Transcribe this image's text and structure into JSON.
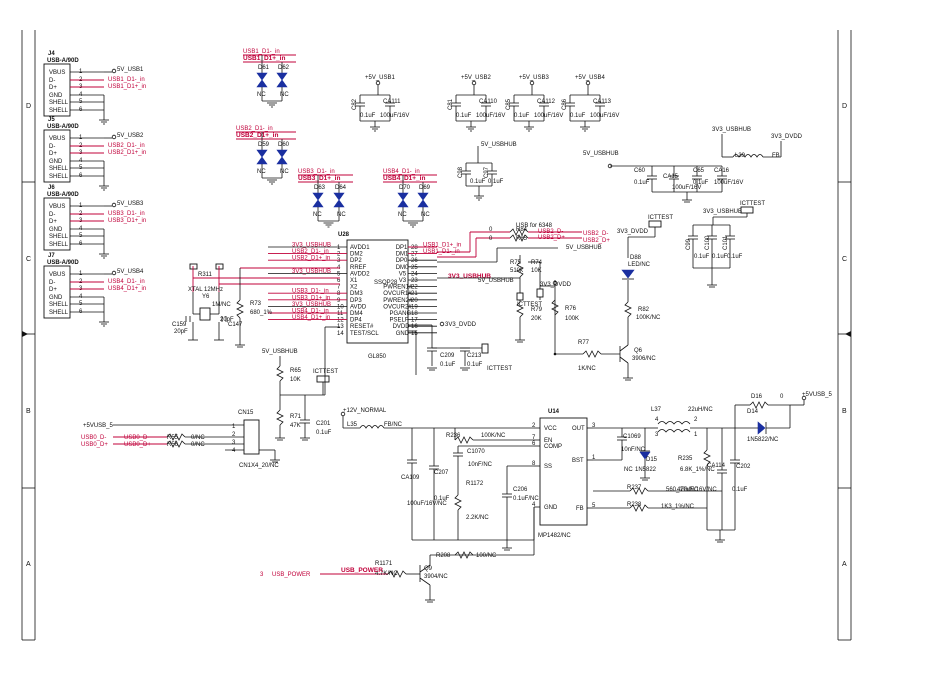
{
  "zones": {
    "left": [
      "D",
      "C",
      "B",
      "A"
    ],
    "right": [
      "D",
      "C",
      "B",
      "A"
    ]
  },
  "connectors": [
    {
      "ref": "J4",
      "part": "USB-A/90D",
      "pins": [
        "VBUS",
        "D-",
        "D+",
        "GND",
        "SHELL",
        "SHELL"
      ],
      "nums": [
        "1",
        "2",
        "3",
        "4",
        "5",
        "6"
      ],
      "power": "5V_USB1",
      "net_dm": "USB1_D1-_in",
      "net_dp": "USB1_D1+_in"
    },
    {
      "ref": "J5",
      "part": "USB-A/90D",
      "pins": [
        "VBUS",
        "D-",
        "D+",
        "GND",
        "SHELL",
        "SHELL"
      ],
      "nums": [
        "1",
        "2",
        "3",
        "4",
        "5",
        "6"
      ],
      "power": "5V_USB2",
      "net_dm": "USB2_D1-_in",
      "net_dp": "USB2_D1+_in"
    },
    {
      "ref": "J6",
      "part": "USB-A/90D",
      "pins": [
        "VBUS",
        "D-",
        "D+",
        "GND",
        "SHELL",
        "SHELL"
      ],
      "nums": [
        "1",
        "2",
        "3",
        "4",
        "5",
        "6"
      ],
      "power": "5V_USB3",
      "net_dm": "USB3_D1-_in",
      "net_dp": "USB3_D1+_in"
    },
    {
      "ref": "J7",
      "part": "USB-A/90D",
      "pins": [
        "VBUS",
        "D-",
        "D+",
        "GND",
        "SHELL",
        "SHELL"
      ],
      "nums": [
        "1",
        "2",
        "3",
        "4",
        "5",
        "6"
      ],
      "power": "5V_USB4",
      "net_dm": "USB4_D1-_in",
      "net_dp": "USB4_D1+_in"
    }
  ],
  "esd": [
    {
      "nets": [
        "USB1_D1-_in",
        "USB1_D1+_in"
      ],
      "refs": [
        "D61",
        "D62"
      ],
      "nc": [
        "NC",
        "NC"
      ]
    },
    {
      "nets": [
        "USB2_D1-_in",
        "USB2_D1+_in"
      ],
      "refs": [
        "D59",
        "D60"
      ],
      "nc": [
        "NC",
        "NC"
      ]
    },
    {
      "nets": [
        "USB3_D1-_in",
        "USB3_D1+_in"
      ],
      "refs": [
        "D63",
        "D64"
      ],
      "nc": [
        "NC",
        "NC"
      ]
    },
    {
      "nets": [
        "USB4_D1-_in",
        "USB4_D1+_in"
      ],
      "refs": [
        "D70",
        "D69"
      ],
      "nc": [
        "NC",
        "NC"
      ]
    }
  ],
  "vbus_caps": [
    {
      "net": "+5V_USB1",
      "c1": "C82",
      "c1v": "0.1uF",
      "c2": "CA111",
      "c2v": "100uF/16V"
    },
    {
      "net": "+5V_USB2",
      "c1": "C81",
      "c1v": "0.1uF",
      "c2": "CA110",
      "c2v": "100uF/16V"
    },
    {
      "net": "+5V_USB3",
      "c1": "C85",
      "c1v": "0.1uF",
      "c2": "CA112",
      "c2v": "100uF/16V"
    },
    {
      "net": "+5V_USB4",
      "c1": "C86",
      "c1v": "0.1uF",
      "c2": "CA113",
      "c2v": "100uF/16V"
    }
  ],
  "hub_caps": {
    "net": "5V_USBHUB",
    "c1": "C98",
    "c1v": "0.1uF",
    "c2": "C97",
    "c2v": "0.1uF"
  },
  "hub": {
    "ref": "U28",
    "part": "GL850",
    "left": [
      "AVDD1",
      "DM2",
      "DP2",
      "RREF",
      "AVDD2",
      "X1",
      "X2",
      "DM3",
      "DP3",
      "AVDD",
      "DM4",
      "DP4",
      "RESET#",
      "TEST/SCL"
    ],
    "left_nums": [
      "1",
      "2",
      "3",
      "4",
      "5",
      "6",
      "7",
      "8",
      "9",
      "10",
      "11",
      "12",
      "13",
      "14"
    ],
    "right": [
      "DP1",
      "DM1",
      "DP0",
      "DM0",
      "V5",
      "V3",
      "PWREN1#",
      "OVCUR1#",
      "PWREN2#",
      "OVCUR2#",
      "PGANG",
      "PSELF",
      "DVDD",
      "GND"
    ],
    "right_nums": [
      "28",
      "27",
      "26",
      "25",
      "24",
      "23",
      "22",
      "21",
      "20",
      "19",
      "18",
      "17",
      "16",
      "15"
    ],
    "left_nets": [
      "3V3_USBHUB",
      "USB2_D1-_in",
      "USB2_D1+_in",
      "",
      "3V3_USBHUB",
      "",
      "",
      "USB3_D1-_in",
      "USB3_D1+_in",
      "3V3_USBHUB",
      "USB4_D1-_in",
      "USB4_D1+_in",
      "",
      ""
    ],
    "right_nets": [
      "USB1_D1+_in",
      "USB1_D1-_in",
      "",
      "",
      "",
      "3V3_USBHUB",
      "",
      "",
      "",
      "",
      "",
      "",
      "3V3_DVDD",
      ""
    ],
    "ssop": "SSOP28"
  },
  "crystal": {
    "ref": "Y6",
    "freq": "XTAL 12MHz",
    "r": "R311",
    "rv": "1M/NC",
    "c1": "C159",
    "c1v": "20pF",
    "c2": "C147",
    "c2v": "20pF"
  },
  "r73": {
    "ref": "R73",
    "val": "680_1%"
  },
  "upstream": {
    "r1": "R84",
    "r1v": "0",
    "r2": "R85",
    "r2v": "0",
    "note": "USB for 6348",
    "n1": "USB2_D-",
    "n2": "USB2_D+",
    "hub5v": "5V_USBHUB"
  },
  "vsense": {
    "r75": "R75",
    "r75v": "510k",
    "r74": "R74",
    "r74v": "10K",
    "r79": "R79",
    "r79v": "20K",
    "r76": "R76",
    "r76v": "100K",
    "dvdd": "3V3_DVDD",
    "tp": "ICTTEST"
  },
  "dvdd_caps": {
    "c1": "C209",
    "c1v": "0.1uF",
    "c2": "C213",
    "c2v": "0.1uF",
    "tp": "ICTTEST",
    "net": "3V3_DVDD"
  },
  "led": {
    "tp": "ICTTEST",
    "net": "3V3_DVDD",
    "d": "D88",
    "dv": "LED/NC",
    "r": "R82",
    "rv": "100K/NC",
    "q": "Q6",
    "qv": "3906/NC",
    "rb": "R77",
    "rbv": "1K/NC"
  },
  "ldo": {
    "in": "5V_USBHUB",
    "l": "L39",
    "lv": "FB",
    "net1": "3V3_USBHUB",
    "net2": "3V3_DVDD",
    "c1": "C60",
    "c1v": "0.1uF",
    "c2": "CA15",
    "c2v": "100uF/16V",
    "c3": "C65",
    "c3v": "0.1uF",
    "c4": "CA16",
    "c4v": "100uF/16V",
    "tp": "ICTTEST",
    "net3": "3V3_USBHUB",
    "c5": "C99",
    "c5v": "0.1uF",
    "c6": "C100",
    "c6v": "0.1uF",
    "c7": "C101",
    "c7v": "0.1uF"
  },
  "cn15": {
    "ref": "CN15",
    "part": "CN1X4_20/NC",
    "pins": [
      "1",
      "2",
      "3",
      "4"
    ],
    "power": "+5VUSB_5",
    "nets": [
      "USB0_D-",
      "USB0_D+"
    ],
    "r1": "R55",
    "r1v": "0/NC",
    "r2": "R56",
    "r2v": "0/NC",
    "hub": "5V_USBHUB",
    "r65": "R65",
    "r65v": "10K",
    "r71": "R71",
    "r71v": "47K",
    "c": "C201",
    "cv": "0.1uF",
    "tp": "ICTTEST"
  },
  "buck": {
    "ref": "U14",
    "part": "MP1482/NC",
    "in": "+12V_NORMAL",
    "l35": "L35",
    "l35v": "FB/NC",
    "left": [
      "VCC",
      "EN",
      "COMP",
      "SS",
      "GND"
    ],
    "left_nums": [
      "2",
      "7",
      "6",
      "8",
      "4"
    ],
    "right": [
      "OUT",
      "BST",
      "FB"
    ],
    "right_nums": [
      "3",
      "1",
      "5"
    ],
    "r236": "R236",
    "r236v": "100K/NC",
    "c1070": "C1070",
    "c1070v": "10nF/NC",
    "r1172": "R1172",
    "r1172v": "2.2K/NC",
    "ca109": "CA109",
    "ca109v": "100uF/16V/NC",
    "c207": "C207",
    "c207v": "0.1uF",
    "c206": "C206",
    "c206v": "0.1uF/NC",
    "c1069": "C1069",
    "c1069v": "10nF/NC",
    "d15": "D15",
    "d15v": "1N5822",
    "nc": "NC",
    "l37": "L37",
    "l37v": "22uH/NC",
    "r235": "R235",
    "r235v": "6.8K_1%/NC",
    "ca114": "CA114",
    "ca114v": "470uF/16V/NC",
    "c202": "C202",
    "c202v": "0.1uF",
    "r237": "R237",
    "r237v": "560_1%/NC",
    "r238": "R238",
    "r238v": "1K3_1%/NC",
    "d16": "D16",
    "d16v": "0",
    "d14": "D14",
    "d14v": "1N5822/NC",
    "out": "+5VUSB_5",
    "r208": "R208",
    "r208v": "100/NC",
    "r1171": "R1171",
    "r1171v": "4.7K/NC",
    "q9": "Q9",
    "q9v": "3904/NC",
    "pw_num": "3",
    "pw_net": "USB_POWER",
    "pw_net2": "USB_POWER",
    "lnums": [
      "4",
      "3",
      "2",
      "1"
    ]
  }
}
